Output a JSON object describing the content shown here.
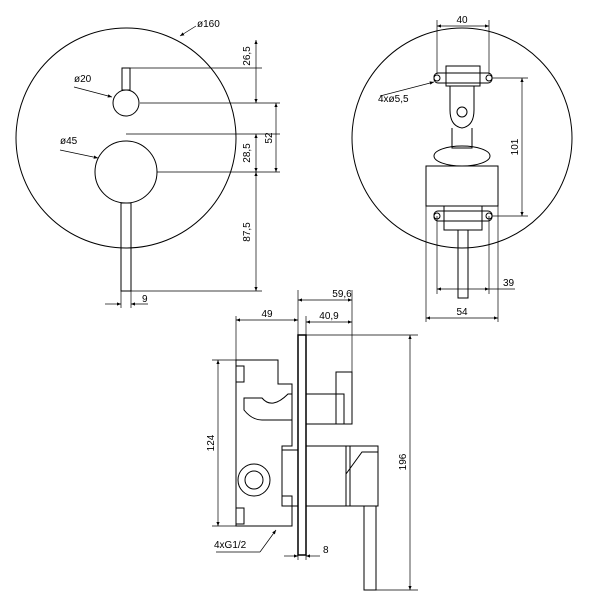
{
  "front": {
    "d_plate": "ø160",
    "d_small_knob": "ø20",
    "d_large_knob": "ø45",
    "dim_top": "26,5",
    "dim_mid": "28,5",
    "dim_span": "52",
    "dim_lever": "87,5",
    "dim_lever_width": "9"
  },
  "back": {
    "dim_top_width": "40",
    "holes": "4xø5,5",
    "dim_height": "101",
    "dim_right": "39",
    "dim_width": "54"
  },
  "side": {
    "dim_depth": "49",
    "dim_total": "59,6",
    "dim_front": "40,9",
    "dim_body": "124",
    "dim_height": "196",
    "dim_plate": "8",
    "connections": "4xG1/2"
  }
}
